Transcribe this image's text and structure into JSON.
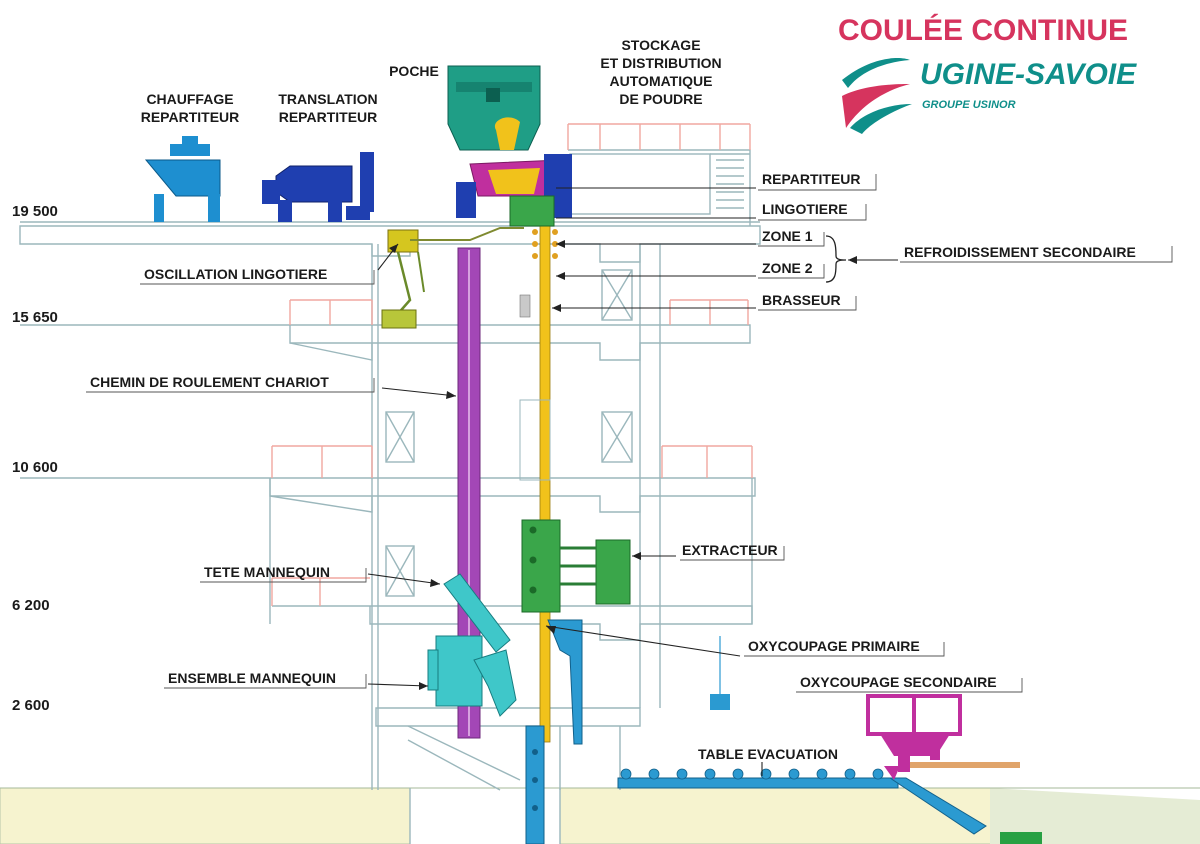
{
  "title": "COULÉE CONTINUE",
  "brand": {
    "name": "UGINE-SAVOIE",
    "group": "GROUPE USINOR",
    "colors": {
      "title": "#d6345e",
      "brand": "#0f8f8a"
    }
  },
  "levels": [
    "19 500",
    "15 650",
    "10 600",
    "6 200",
    "2 600"
  ],
  "labels": {
    "chauffage_l1": "CHAUFFAGE",
    "chauffage_l2": "REPARTITEUR",
    "translation_l1": "TRANSLATION",
    "translation_l2": "REPARTITEUR",
    "poche": "POCHE",
    "stockage_l1": "STOCKAGE",
    "stockage_l2": "ET DISTRIBUTION",
    "stockage_l3": "AUTOMATIQUE",
    "stockage_l4": "DE POUDRE",
    "repartiteur": "REPARTITEUR",
    "lingotiere": "LINGOTIERE",
    "zone1": "ZONE 1",
    "zone2": "ZONE 2",
    "refroidissement": "REFROIDISSEMENT SECONDAIRE",
    "brasseur": "BRASSEUR",
    "oscillation": "OSCILLATION LINGOTIERE",
    "chemin": "CHEMIN DE ROULEMENT CHARIOT",
    "extracteur": "EXTRACTEUR",
    "tete": "TETE MANNEQUIN",
    "oxy_primaire": "OXYCOUPAGE PRIMAIRE",
    "ensemble": "ENSEMBLE MANNEQUIN",
    "oxy_secondaire": "OXYCOUPAGE SECONDAIRE",
    "table": "TABLE EVACUATION"
  },
  "equipment_colors": {
    "structure": "#9bb7bc",
    "railing": "#f1a7a0",
    "ladle": "#1f9e86",
    "strand": "#f1c21b",
    "track": "#a347b6",
    "heater": "#1e8fd0",
    "translation": "#1f3fb0",
    "oscillation": "#b8c63a",
    "extractor": "#3aa64a",
    "dummy_bar": "#3fc7c9",
    "cutter": "#2b9ad1",
    "secondary_cutter": "#c02f9e",
    "floor": "#f6f3cf"
  }
}
